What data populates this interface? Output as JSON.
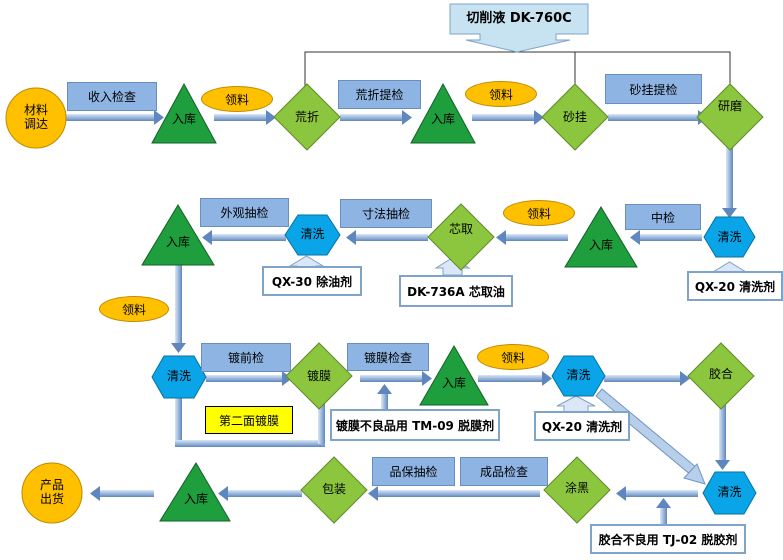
{
  "nodes": {
    "material_dispatch": "材料\n调达",
    "store1": "入库",
    "rough_fold": "荒折",
    "store2": "入库",
    "sand_hang": "砂挂",
    "grind": "研磨",
    "clean1": "清洗",
    "store3": "入库",
    "core_take": "芯取",
    "clean2": "清洗",
    "store4": "入库",
    "clean3": "清洗",
    "coating": "镀膜",
    "store5": "入库",
    "clean4": "清洗",
    "glue": "胶合",
    "clean5": "清洗",
    "blacken": "涂黑",
    "pack": "包装",
    "store6": "入库",
    "product_ship": "产品\n出货"
  },
  "check_labels": {
    "receive_check": "收入检查",
    "rough_check": "荒折提检",
    "sand_check": "砂挂提检",
    "mid_check": "中检",
    "size_check": "寸法抽检",
    "appearance_check": "外观抽检",
    "pre_coat_check": "镀前检",
    "coat_check": "镀膜检查",
    "quality_sample": "品保抽检",
    "final_check": "成品检查"
  },
  "material_pick_labels": [
    "领料",
    "领料",
    "领料",
    "领料",
    "领料"
  ],
  "chemical_notes": {
    "cutting_fluid": "切削液 DK-760C",
    "qx20_a": "QX-20 清洗剂",
    "qx30": "QX-30 除油剂",
    "dk736a": "DK-736A 芯取油",
    "tm09": "镀膜不良品用 TM-09 脱膜剂",
    "qx20_b": "QX-20 清洗剂",
    "tj02": "胶合不良用 TJ-02 脱胶剂"
  },
  "second_coat": "第二面镀膜",
  "colors": {
    "triangle": "#1e9e3c",
    "diamond": "#8cc63f",
    "hexagon": "#0aa5e8",
    "circle": "#ffc000",
    "check_box": "#8eb4e3",
    "arrow": "#8fb0d8"
  }
}
